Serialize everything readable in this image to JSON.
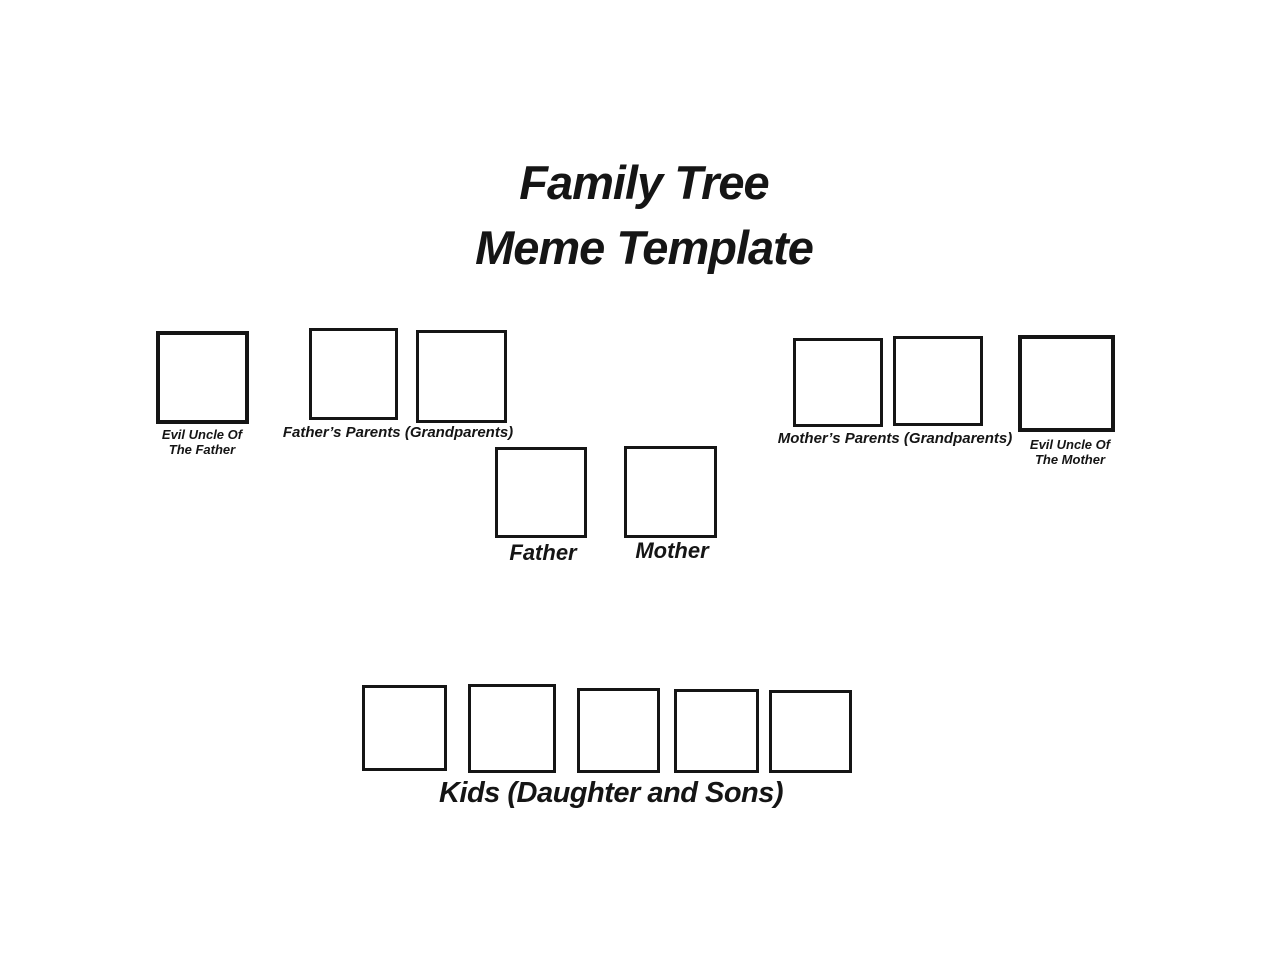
{
  "title": {
    "line1": "Family Tree",
    "line2": "Meme Template"
  },
  "colors": {
    "background": "#ffffff",
    "ink": "#151515"
  },
  "tree": {
    "evil_uncle_father": {
      "label_line1": "Evil Uncle Of",
      "label_line2": "The Father",
      "photo_boxes": 1
    },
    "fathers_parents": {
      "label": "Father’s Parents (Grandparents)",
      "photo_boxes": 2
    },
    "mothers_parents": {
      "label": "Mother’s Parents (Grandparents)",
      "photo_boxes": 2
    },
    "evil_uncle_mother": {
      "label_line1": "Evil Uncle Of",
      "label_line2": "The Mother",
      "photo_boxes": 1
    },
    "father": {
      "label": "Father",
      "photo_boxes": 1
    },
    "mother": {
      "label": "Mother",
      "photo_boxes": 1
    },
    "kids": {
      "label": "Kids (Daughter and Sons)",
      "photo_boxes": 5
    }
  }
}
